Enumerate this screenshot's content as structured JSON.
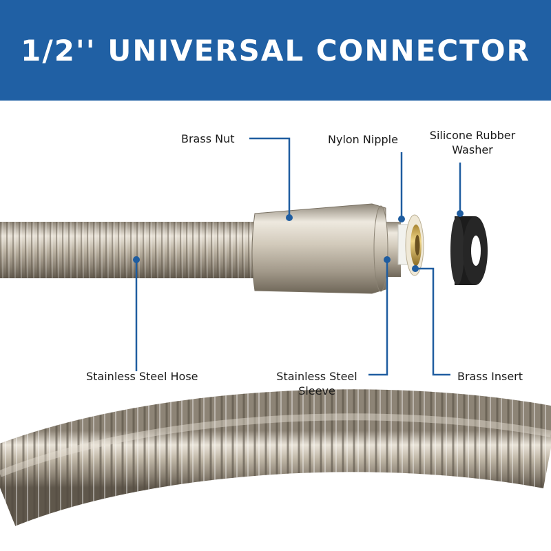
{
  "banner": {
    "title": "1/2'' UNIVERSAL CONNECTOR",
    "color": "#2060a4"
  },
  "labels": {
    "brass_nut": "Brass Nut",
    "nylon_nipple": "Nylon Nipple",
    "washer_line1": "Silicone Rubber",
    "washer_line2": "Washer",
    "hose": "Stainless Steel Hose",
    "sleeve_line1": "Stainless Steel",
    "sleeve_line2": "Sleeve",
    "brass_insert": "Brass Insert"
  },
  "colors": {
    "leader": "#1f5da0",
    "metal": "#c9c0b1",
    "brass": "#d6b25a",
    "rubber": "#1c1c1c"
  }
}
